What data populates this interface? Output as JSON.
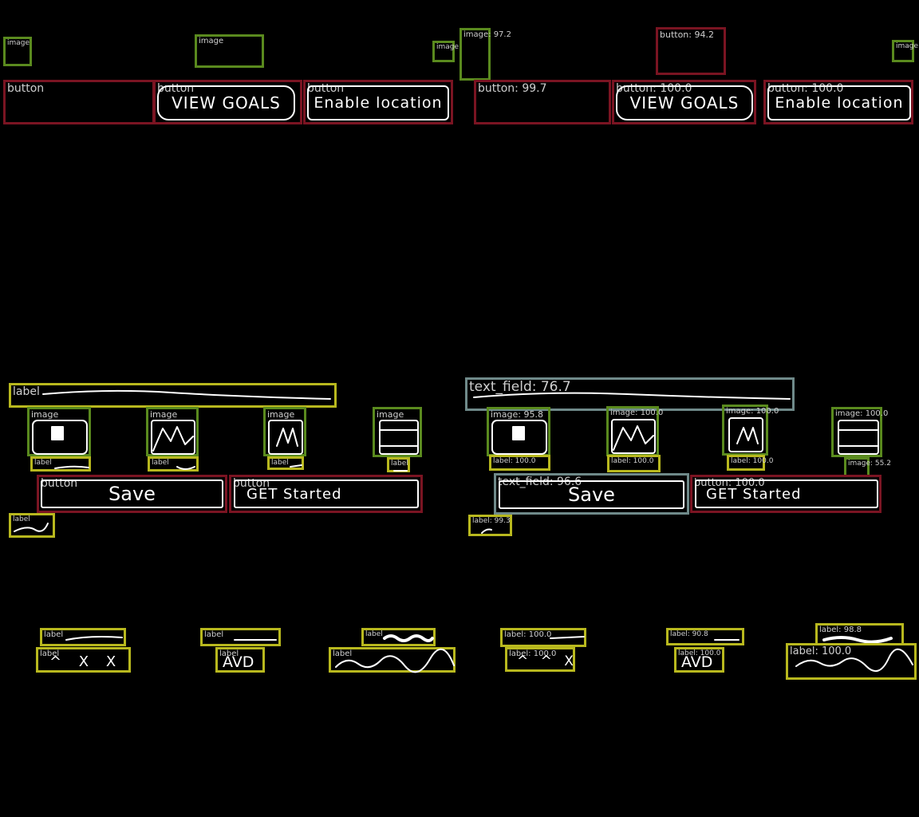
{
  "left": {
    "top_images": [
      {
        "tag": "image"
      },
      {
        "tag": "image"
      },
      {
        "tag": "image"
      }
    ],
    "top_buttons": [
      {
        "tag": "button",
        "text": ""
      },
      {
        "tag": "button",
        "text": "VIEW GOALS"
      },
      {
        "tag": "button",
        "text": "Enable location"
      }
    ],
    "long_label": {
      "tag": "label"
    },
    "icon_images": [
      {
        "tag": "image"
      },
      {
        "tag": "image"
      },
      {
        "tag": "image"
      },
      {
        "tag": "image"
      }
    ],
    "icon_labels": [
      {
        "tag": "label"
      },
      {
        "tag": "label"
      },
      {
        "tag": "label"
      },
      {
        "tag": "label"
      }
    ],
    "save_button": {
      "tag": "button",
      "text": "Save"
    },
    "started_button": {
      "tag": "button",
      "text": "GET Started"
    },
    "small_label": {
      "tag": "label"
    },
    "bottom_labels": [
      {
        "tag": "label"
      },
      {
        "tag": "label"
      },
      {
        "tag": "label"
      },
      {
        "tag": "label",
        "text": "^ X X"
      },
      {
        "tag": "label",
        "text": "AVD"
      },
      {
        "tag": "label"
      }
    ]
  },
  "right": {
    "top_images": [
      {
        "tag": "image: 97.2"
      },
      {
        "tag": "image:"
      }
    ],
    "top_buttons": [
      {
        "tag": "button: 94.2"
      },
      {
        "tag": "button: 99.7",
        "text": ""
      },
      {
        "tag": "button: 100.0",
        "text": "VIEW GOALS"
      },
      {
        "tag": "button: 100.0",
        "text": "Enable location"
      }
    ],
    "long_field": {
      "tag": "text_field: 76.7"
    },
    "icon_images": [
      {
        "tag": "image: 95.8"
      },
      {
        "tag": "image: 100.0"
      },
      {
        "tag": "image: 100.0"
      },
      {
        "tag": "image: 100.0"
      }
    ],
    "icon_labels": [
      {
        "tag": "label: 100.0"
      },
      {
        "tag": "label: 100.0"
      },
      {
        "tag": "label: 100.0"
      }
    ],
    "extra_image": {
      "tag": "image: 55.2"
    },
    "save_field": {
      "tag": "text_field: 96.6",
      "text": "Save"
    },
    "started_button": {
      "tag": "button: 100.0",
      "text": "GET Started"
    },
    "small_label": {
      "tag": "label: 99.3"
    },
    "bottom_labels": [
      {
        "tag": "label: 100.0"
      },
      {
        "tag": "label: 90.8"
      },
      {
        "tag": "label: 98.8"
      },
      {
        "tag": "label: 100.0",
        "text": "^ ^ X"
      },
      {
        "tag": "label: 100.0",
        "text": "AVD"
      },
      {
        "tag": "label: 100.0"
      }
    ]
  },
  "colors": {
    "image": "#5a8a1e",
    "label": "#b8b81e",
    "button": "#7a1422",
    "text_field": "#6f8a8a",
    "background": "#000000"
  }
}
